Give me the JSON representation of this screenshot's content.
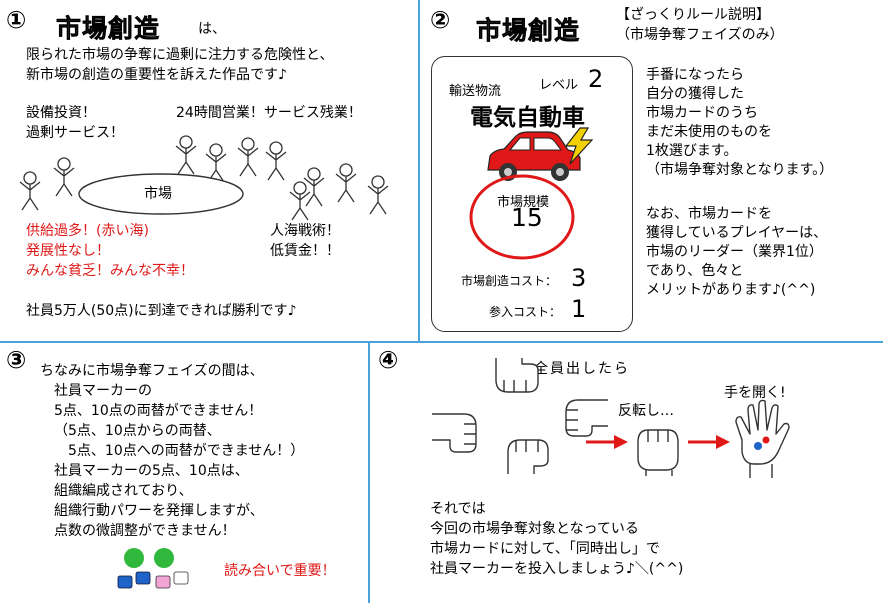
{
  "section1": {
    "number": "①",
    "title": "市場創造",
    "title_suffix": "は、",
    "intro": [
      "限られた市場の争奪に過剰に注力する危険性と、",
      "新市場の創造の重要性を訴えた作品です♪"
    ],
    "left_words": [
      "設備投資！",
      "過剰サービス！"
    ],
    "right_words": "24時間営業！サービス残業！",
    "market_label": "市場",
    "red_lines": [
      "供給過多！(赤い海)",
      "発展性なし！",
      "みんな貧乏！みんな不幸！"
    ],
    "black_lines": [
      "人海戦術！",
      "低賃金！！"
    ],
    "win_condition": "社員5万人(50点)に到達できれば勝利です♪"
  },
  "section2": {
    "number": "②",
    "title": "市場創造",
    "rule_header": [
      "【ざっくりルール説明】",
      "（市場争奪フェイズのみ）"
    ],
    "card": {
      "category": "輸送物流",
      "level_label": "レベル",
      "level_value": "2",
      "name": "電気自動車",
      "size_label": "市場規模",
      "size_value": "15",
      "creation_cost_label": "市場創造コスト：",
      "creation_cost_value": "3",
      "entry_cost_label": "参入コスト：",
      "entry_cost_value": "1"
    },
    "explain1": [
      "手番になったら",
      "自分の獲得した",
      "市場カードのうち",
      "まだ未使用のものを",
      "1枚選びます。",
      "（市場争奪対象となります。）"
    ],
    "explain2": [
      "なお、市場カードを",
      "獲得しているプレイヤーは、",
      "市場のリーダー（業界1位）",
      "であり、色々と",
      "メリットがあります♪(^^)"
    ]
  },
  "section3": {
    "number": "③",
    "lines": [
      "ちなみに市場争奪フェイズの間は、",
      "社員マーカーの",
      "5点、10点の両替ができません！",
      "（5点、10点からの両替、",
      "　5点、10点への両替ができません！）",
      "社員マーカーの5点、10点は、",
      "組織編成されており、",
      "組織行動パワーを発揮しますが、",
      "点数の微調整ができません！"
    ],
    "note": "読み合いで重要！"
  },
  "section4": {
    "number": "④",
    "label_all": "全員出したら",
    "label_flip": "反転し…",
    "label_open": "手を開く!",
    "lines": [
      "それでは",
      "今回の市場争奪対象となっている",
      "市場カードに対して、「同時出し」で",
      "社員マーカーを投入しましょう♪＼(^^)"
    ]
  },
  "colors": {
    "divider": "#4aa0d8",
    "red": "#e01818",
    "car": "#e01818",
    "lightning": "#f5d000"
  }
}
